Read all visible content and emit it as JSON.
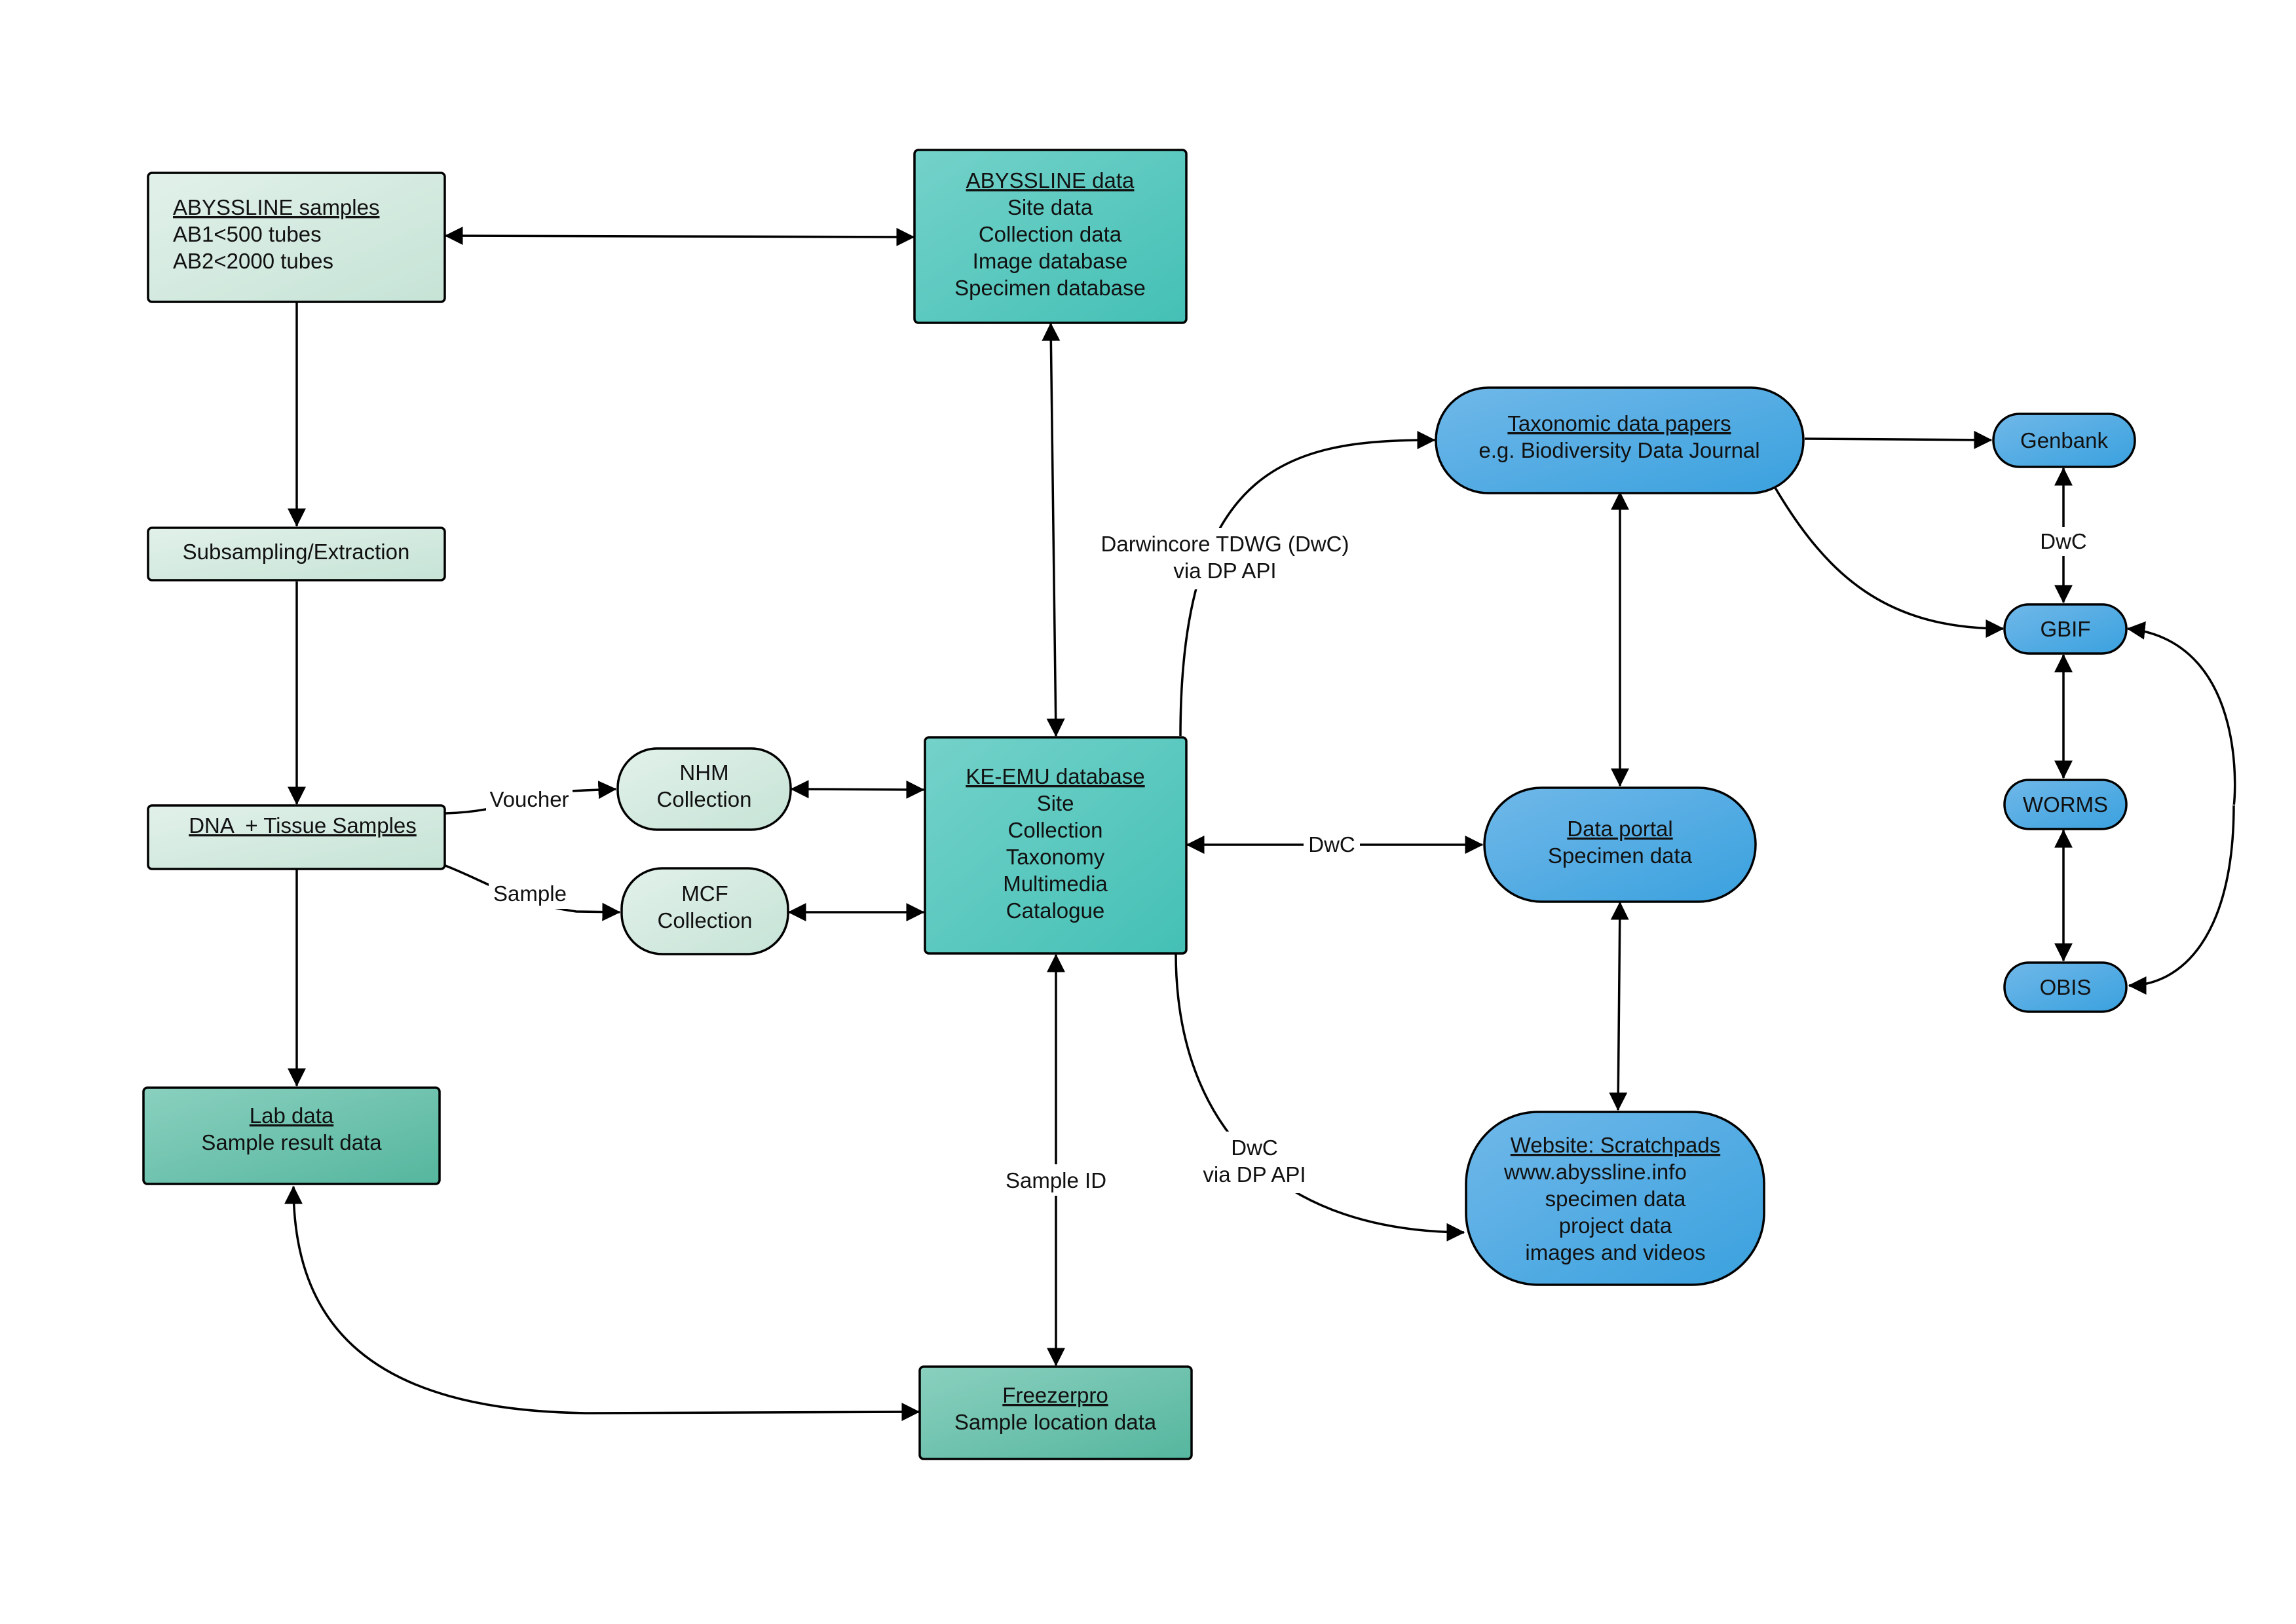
{
  "nodes": {
    "abyssline_samples": {
      "title": "ABYSSLINE samples",
      "lines": [
        "AB1<500 tubes",
        "AB2<2000 tubes"
      ]
    },
    "abyssline_data": {
      "title": "ABYSSLINE data",
      "lines": [
        "Site data",
        "Collection data",
        "Image database",
        "Specimen database"
      ]
    },
    "subsampling": {
      "title": "Subsampling/Extraction"
    },
    "dna_tissue": {
      "title": "DNA  + Tissue Samples"
    },
    "nhm_collection": {
      "lines": [
        "NHM",
        "Collection"
      ]
    },
    "mcf_collection": {
      "lines": [
        "MCF",
        "Collection"
      ]
    },
    "ke_emu": {
      "title": "KE-EMU database",
      "lines": [
        "Site",
        "Collection",
        "Taxonomy",
        "Multimedia",
        "Catalogue"
      ]
    },
    "lab_data": {
      "title": "Lab data",
      "lines": [
        "Sample result data"
      ]
    },
    "freezerpro": {
      "title": "Freezerpro",
      "lines": [
        "Sample location data"
      ]
    },
    "taxonomic_papers": {
      "title": "Taxonomic data papers",
      "lines": [
        "e.g. Biodiversity Data Journal"
      ]
    },
    "data_portal": {
      "title": "Data portal",
      "lines": [
        "Specimen data"
      ]
    },
    "website": {
      "title": "Website: Scratchpads",
      "lines": [
        "www.abyssline.info",
        "specimen data",
        "project data",
        "images and videos"
      ]
    },
    "genbank": {
      "title": "Genbank"
    },
    "gbif": {
      "title": "GBIF"
    },
    "worms": {
      "title": "WORMS"
    },
    "obis": {
      "title": "OBIS"
    }
  },
  "edge_labels": {
    "voucher": "Voucher",
    "sample": "Sample",
    "darwincore_line1": "Darwincore TDWG (DwC)",
    "darwincore_line2": "via DP API",
    "dwc_portal": "DwC",
    "dwc_api_line1": "DwC",
    "dwc_api_line2": "via DP API",
    "sample_id": "Sample ID",
    "dwc_genbank_gbif": "DwC"
  },
  "colors": {
    "light_green_start": "#e2f1ea",
    "light_green_end": "#c6e3d6",
    "teal_start": "#6fd0c8",
    "teal_end": "#45c1b6",
    "sea_green_start": "#8ad0bf",
    "sea_green_end": "#55b69e",
    "blue_start": "#6db6e8",
    "blue_end": "#3ea3df",
    "stroke": "#000000"
  }
}
